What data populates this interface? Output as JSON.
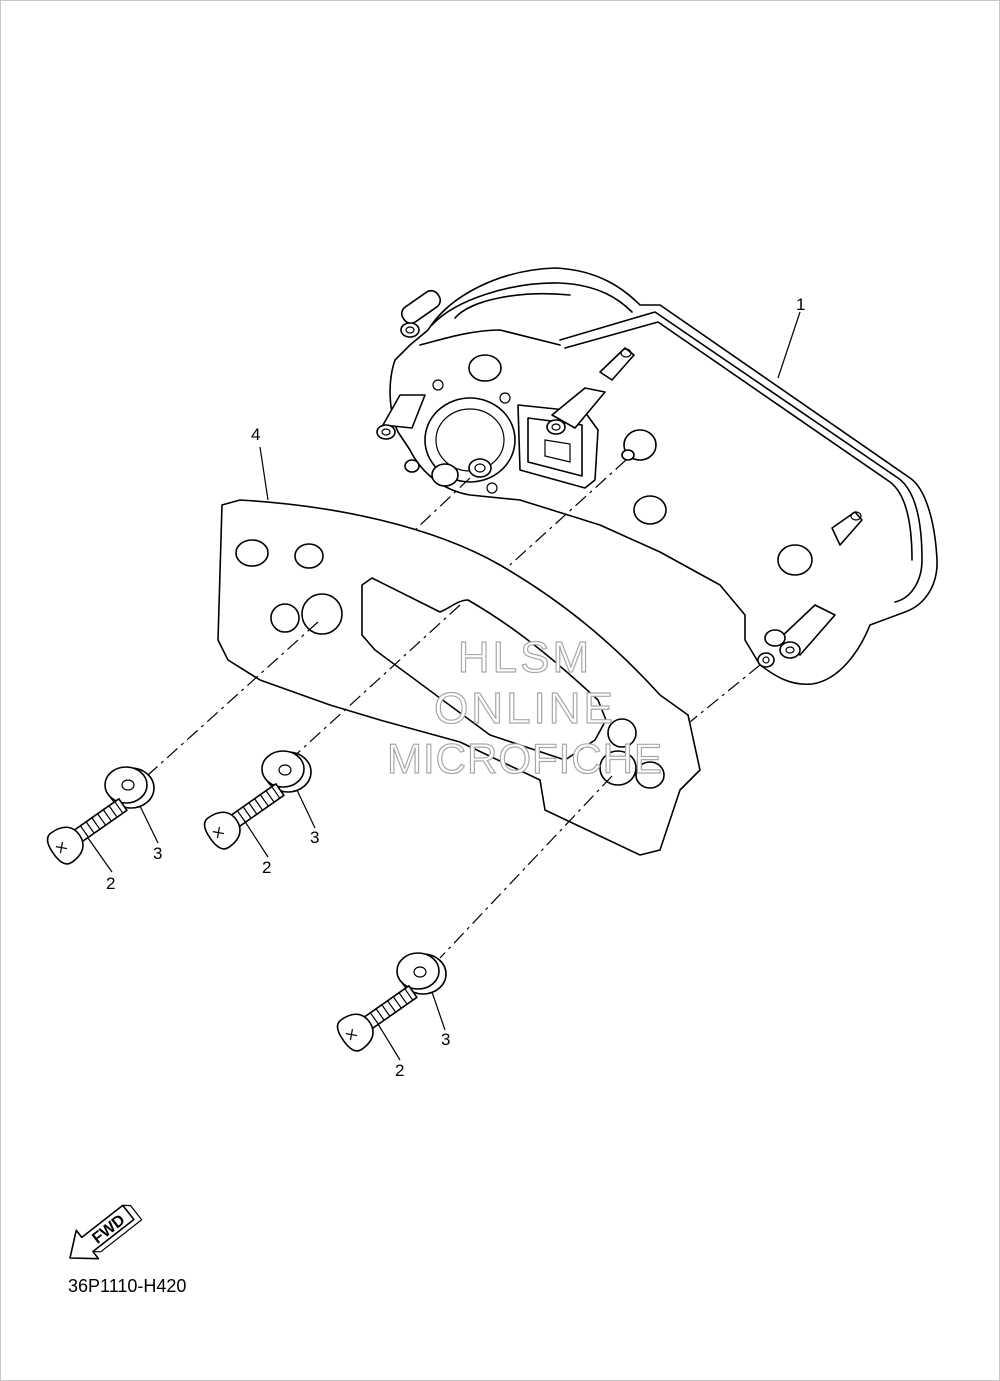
{
  "callouts": {
    "meter_assembly": "1",
    "screw_a": "2",
    "screw_b": "2",
    "screw_c": "2",
    "washer_a": "3",
    "washer_b": "3",
    "washer_c": "3",
    "bracket": "4"
  },
  "watermark": {
    "line1": "HLSM",
    "line2": "ONLINE",
    "line3": "MICROFICHE"
  },
  "forward_arrow_label": "FWD",
  "diagram_code": "36P1110-H420",
  "colors": {
    "line": "#000000",
    "background": "#ffffff",
    "watermark_outline": "#a8a8a8"
  }
}
